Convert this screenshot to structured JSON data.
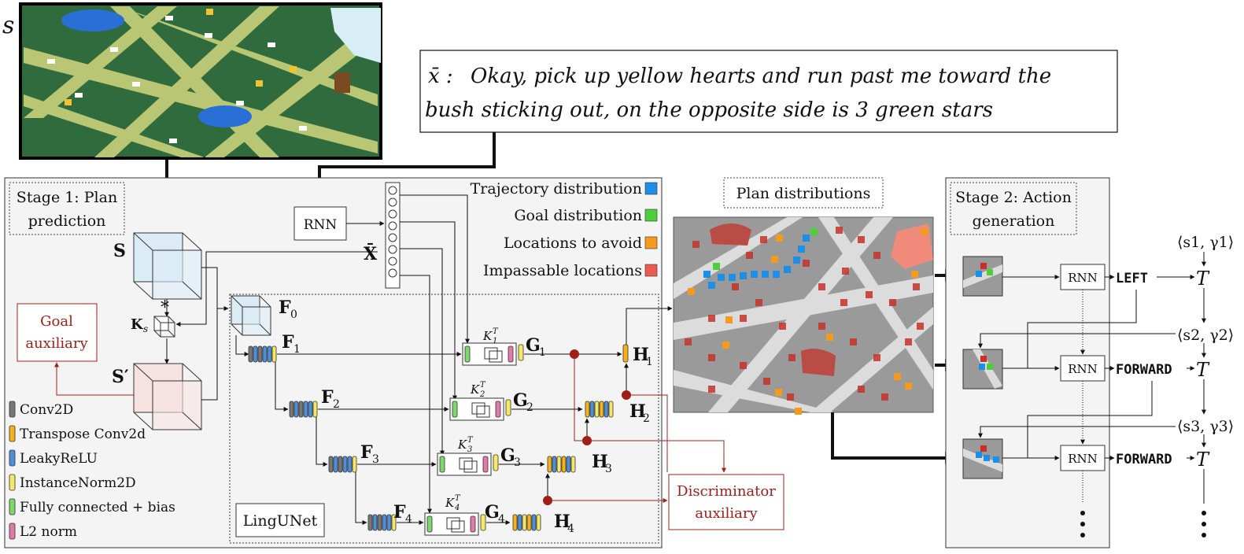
{
  "diagram": {
    "state_label": "s",
    "instruction_prefix": "x̄ :",
    "instruction_line1": "Okay, pick up yellow hearts and run past me toward the",
    "instruction_line2": "bush sticking out, on the opposite side is 3 green stars",
    "stage1_line1": "Stage 1: Plan",
    "stage1_line2": "prediction",
    "stage2_line1": "Stage 2: Action",
    "stage2_line2": "generation",
    "plan_distributions": "Plan distributions",
    "rnn": "RNN",
    "s_bold": "S",
    "s_prime": "S′",
    "ks": "K",
    "ks_sub": "s",
    "star": "*",
    "xbar": "X̄",
    "goal_aux_line1": "Goal",
    "goal_aux_line2": "auxiliary",
    "disc_aux_line1": "Discriminator",
    "disc_aux_line2": "auxiliary",
    "lingunet": "LingUNet",
    "F0": "F",
    "F0_sub": "0",
    "F1": "F",
    "F1_sub": "1",
    "F2": "F",
    "F2_sub": "2",
    "F3": "F",
    "F3_sub": "3",
    "F4": "F",
    "F4_sub": "4",
    "G1": "G",
    "G1_sub": "1",
    "G2": "G",
    "G2_sub": "2",
    "G3": "G",
    "G3_sub": "3",
    "G4": "G",
    "G4_sub": "4",
    "H1": "H",
    "H1_sub": "1",
    "H2": "H",
    "H2_sub": "2",
    "H3": "H",
    "H3_sub": "3",
    "H4": "H",
    "H4_sub": "4",
    "K1": "K",
    "K1_sub": "1",
    "K2": "K",
    "K2_sub": "2",
    "K3": "K",
    "K3_sub": "3",
    "K4": "K",
    "K4_sub": "4",
    "KT": "T",
    "legend_colors": [
      {
        "label": "Trajectory distribution",
        "color": "#1e8fe6"
      },
      {
        "label": "Goal distribution",
        "color": "#4ccf3a"
      },
      {
        "label": "Locations to avoid",
        "color": "#f59a1c"
      },
      {
        "label": "Impassable locations",
        "color": "#ea5b52"
      }
    ],
    "layer_legend": [
      {
        "label": "Conv2D",
        "color": "#777777"
      },
      {
        "label": "Transpose Conv2d",
        "color": "#f3b21c"
      },
      {
        "label": "LeakyReLU",
        "color": "#4f8fd6"
      },
      {
        "label": "InstanceNorm2D",
        "color": "#f5e768"
      },
      {
        "label": "Fully connected + bias",
        "color": "#7fd66a"
      },
      {
        "label": "L2 norm",
        "color": "#e07aa8"
      }
    ],
    "actions": [
      "LEFT",
      "FORWARD",
      "FORWARD"
    ],
    "transitions": [
      "⟨s1, γ1⟩",
      "⟨s2, γ2⟩",
      "⟨s3, γ3⟩"
    ],
    "transition_state": "s",
    "transition_gamma": "γ",
    "transition_subs": [
      "1",
      "2",
      "3"
    ],
    "T": "T"
  }
}
